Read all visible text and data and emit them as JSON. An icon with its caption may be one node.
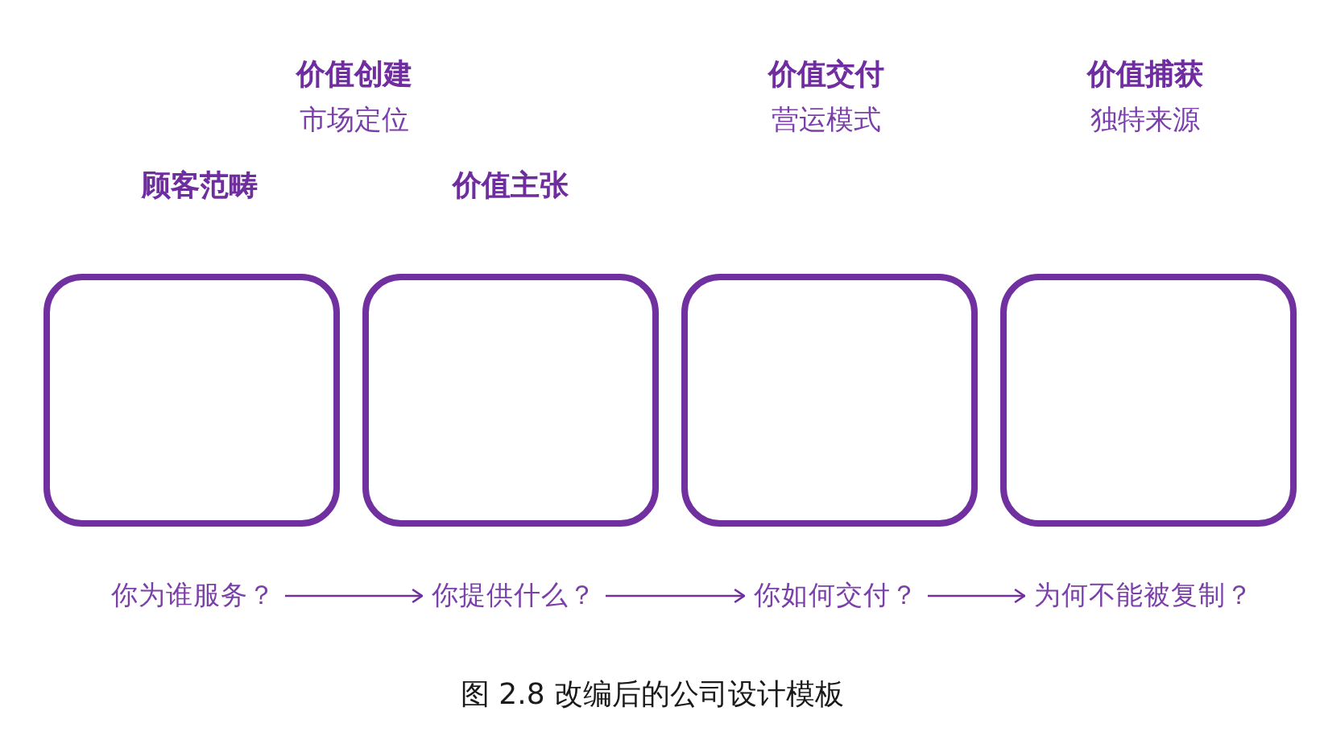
{
  "diagram": {
    "caption": "图 2.8 改编后的公司设计模板",
    "nodes": [
      {
        "text": [
          "顾客范畴"
        ]
      },
      {
        "text": [
          "价值主张"
        ]
      },
      {
        "text": [],
        "shape": "box"
      },
      {
        "text": [],
        "shape": "box"
      },
      {
        "text": [
          "你为谁服务？"
        ]
      },
      {
        "text": [
          "你提供什么？"
        ]
      },
      {
        "text": [
          "你如何交付？"
        ]
      },
      {
        "text": [
          "为何不能被复制？"
        ]
      }
    ],
    "edges": [
      {
        "from": 4,
        "to": 5,
        "arrow": "to"
      },
      {
        "from": 5,
        "to": 6,
        "arrow": "to"
      },
      {
        "from": 6,
        "to": 7,
        "arrow": "to"
      }
    ],
    "labels": [
      "价值创建",
      "市场定位",
      "价值交付",
      "营运模式",
      "价值捕获",
      "独特来源"
    ]
  }
}
